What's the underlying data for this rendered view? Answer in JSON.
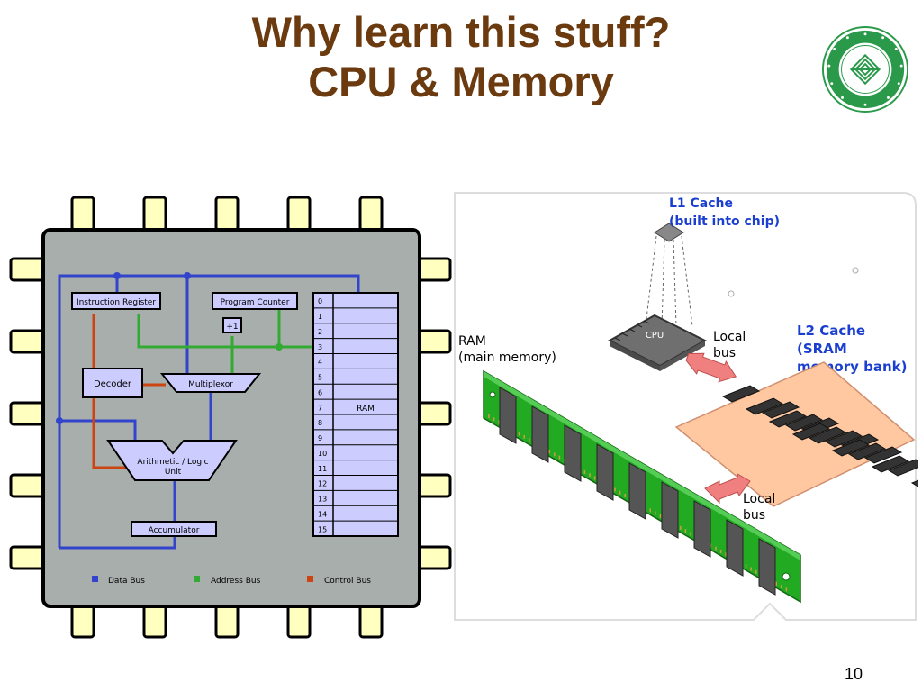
{
  "slide": {
    "title_line1": "Why learn this stuff?",
    "title_line2": "CPU & Memory",
    "page_number": "10"
  },
  "cpu_diagram": {
    "instruction_register": "Instruction Register",
    "program_counter": "Program Counter",
    "increment": "+1",
    "decoder": "Decoder",
    "multiplexor": "Multiplexor",
    "alu_line1": "Arithmetic / Logic",
    "alu_line2": "Unit",
    "accumulator": "Accumulator",
    "ram_label": "RAM",
    "ram_addresses": [
      "0",
      "1",
      "2",
      "3",
      "4",
      "5",
      "6",
      "7",
      "8",
      "9",
      "10",
      "11",
      "12",
      "13",
      "14",
      "15"
    ],
    "legend": [
      {
        "label": "Data Bus",
        "color": "#3344cc"
      },
      {
        "label": "Address Bus",
        "color": "#33aa33"
      },
      {
        "label": "Control Bus",
        "color": "#cc4411"
      }
    ]
  },
  "memory_diagram": {
    "l1_line1": "L1 Cache",
    "l1_line2": "(built into chip)",
    "cpu_label": "CPU",
    "local_bus_1_line1": "Local",
    "local_bus_1_line2": "bus",
    "l2_line1": "L2 Cache",
    "l2_line2": "(SRAM",
    "l2_line3": "memory bank)",
    "ram_line1": "RAM",
    "ram_line2": "(main memory)",
    "local_bus_2_line1": "Local",
    "local_bus_2_line2": "bus"
  },
  "colors": {
    "title": "#6b3a0f",
    "chip_body": "#a8aeac",
    "pin": "#ffffc0",
    "box_fill": "#ccccff",
    "data_bus": "#3344cc",
    "address_bus": "#33aa33",
    "control_bus": "#cc4411",
    "memory_label": "#1a3fd0",
    "ram_stick": "#22aa22",
    "cache_board": "#ffc8a0",
    "logo_green": "#2a9a4a"
  }
}
